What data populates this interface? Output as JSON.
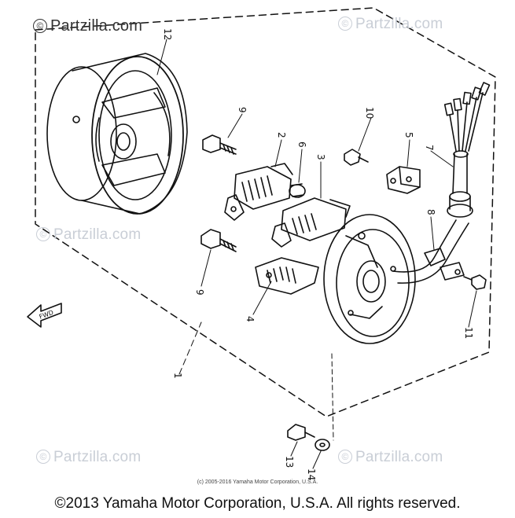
{
  "watermarks": {
    "top_left": "Partzilla.com",
    "top_right": "Partzilla.com",
    "mid": "Partzilla.com",
    "bottom_left": "Partzilla.com",
    "bottom_right": "Partzilla.com",
    "symbol": "©"
  },
  "callouts": {
    "c1": "1",
    "c2": "2",
    "c3": "3",
    "c4": "4",
    "c5": "5",
    "c6": "6",
    "c7": "7",
    "c8": "8",
    "c9a": "9",
    "c9b": "9",
    "c10": "10",
    "c11": "11",
    "c12": "12",
    "c13": "13",
    "c14": "14"
  },
  "fwd_label": "FWD",
  "small_copyright": "(c) 2005-2016 Yamaha Motor Corporation, U.S.A.",
  "footer": "©2013 Yamaha Motor Corporation, U.S.A. All rights reserved."
}
